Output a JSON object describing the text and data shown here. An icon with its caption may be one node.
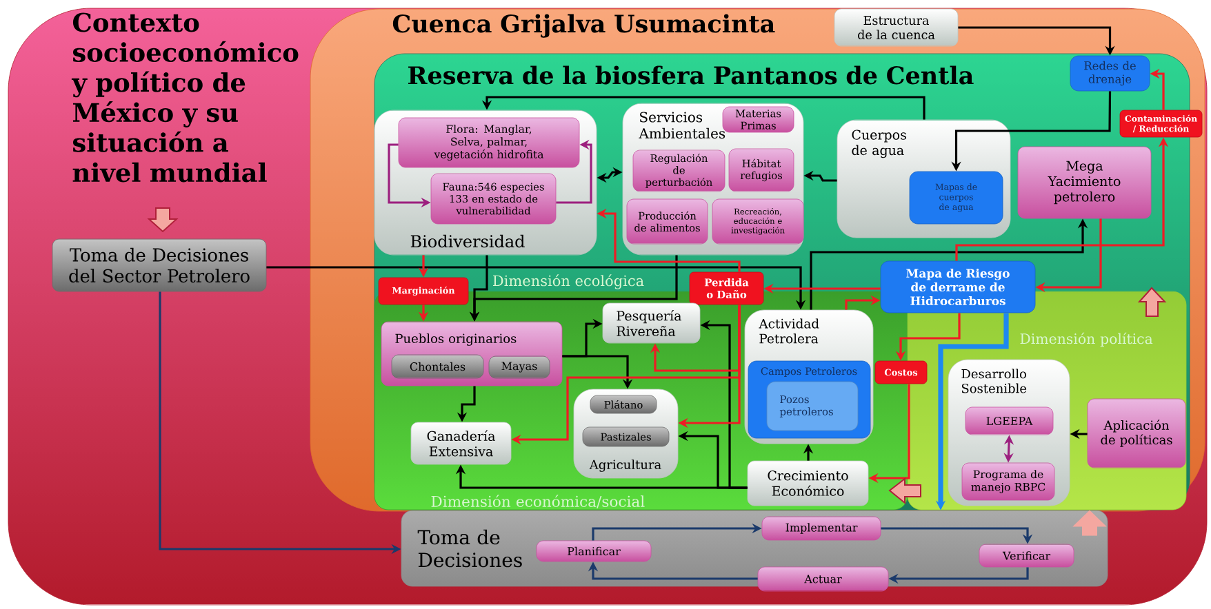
{
  "diagram": {
    "nodes": [
      {
        "text": [
          "Contexto socioeconómico y político de México y su situación a nivel mundial"
        ]
      },
      {
        "text": [
          "Cuenca Grijalva Usumacinta"
        ],
        "in": 0
      },
      {
        "text": [
          "Estructura de la cuenca"
        ],
        "in": 1
      },
      {
        "text": [
          "Reserva de la biosfera Pantanos de Centla"
        ],
        "in": 1
      },
      {
        "text": [
          "Biodiversidad"
        ],
        "in": 3
      },
      {
        "text": [
          "Flora: Manglar, Selva, palmar, vegetación hidrofita"
        ],
        "in": 4
      },
      {
        "text": [
          "Fauna:546 especies 133 en estado de vulnerabilidad"
        ],
        "in": 4
      },
      {
        "text": [
          "Servicios Ambientales"
        ],
        "in": 3
      },
      {
        "text": [
          "Materias Primas"
        ],
        "in": 7
      },
      {
        "text": [
          "Regulación de perturbación"
        ],
        "in": 7
      },
      {
        "text": [
          "Hábitat refugios"
        ],
        "in": 7
      },
      {
        "text": [
          "Producción de alimentos"
        ],
        "in": 7
      },
      {
        "text": [
          "Recreación, educación e investigación"
        ],
        "in": 7
      },
      {
        "text": [
          "Cuerpos de agua"
        ],
        "in": 3
      },
      {
        "text": [
          "Mapas de cuerpos de agua"
        ],
        "in": 13
      },
      {
        "text": [
          "Redes de drenaje"
        ],
        "in": 3
      },
      {
        "text": [
          "Contaminación / Reducción"
        ],
        "in": 1
      },
      {
        "text": [
          "Mega Yacimiento petrolero"
        ],
        "in": 3
      },
      {
        "text": [
          "Mapa de Riesgo de derrame de Hidrocarburos"
        ],
        "in": 3
      },
      {
        "text": [
          "Marginación"
        ],
        "in": 3
      },
      {
        "text": [
          "Perdida o Daño"
        ],
        "in": 3
      },
      {
        "text": [
          "Dimensión económica/social"
        ],
        "in": 3
      },
      {
        "text": [
          "Pueblos originarios"
        ],
        "in": 21
      },
      {
        "text": [
          "Chontales"
        ],
        "in": 22
      },
      {
        "text": [
          "Mayas"
        ],
        "in": 22
      },
      {
        "text": [
          "Pesquería Rivereña"
        ],
        "in": 21
      },
      {
        "text": [
          "Ganadería Extensiva"
        ],
        "in": 21
      },
      {
        "text": [
          "Agricultura"
        ],
        "in": 21
      },
      {
        "text": [
          "Plátano"
        ],
        "in": 27
      },
      {
        "text": [
          "Pastizales"
        ],
        "in": 27
      },
      {
        "text": [
          "Actividad Petrolera"
        ],
        "in": 21
      },
      {
        "text": [
          "Campos Petroleros"
        ],
        "in": 30
      },
      {
        "text": [
          "Pozos petroleros"
        ],
        "in": 31
      },
      {
        "text": [
          "Costos"
        ],
        "in": 3
      },
      {
        "text": [
          "Crecimiento Económico"
        ],
        "in": 21
      },
      {
        "text": [
          "Dimensión política"
        ],
        "in": 3
      },
      {
        "text": [
          "Desarrollo Sostenible"
        ],
        "in": 35
      },
      {
        "text": [
          "LGEEPA"
        ],
        "in": 36
      },
      {
        "text": [
          "Programa de manejo RBPC"
        ],
        "in": 36
      },
      {
        "text": [
          "Aplicación de políticas"
        ],
        "in": 35
      },
      {
        "text": [
          "Toma de Decisiones del Sector Petrolero"
        ],
        "in": 0
      },
      {
        "text": [
          "Toma de Decisiones"
        ],
        "in": 0
      },
      {
        "text": [
          "Planificar"
        ],
        "in": 41
      },
      {
        "text": [
          "Implementar"
        ],
        "in": 41
      },
      {
        "text": [
          "Verificar"
        ],
        "in": 41
      },
      {
        "text": [
          "Actuar"
        ],
        "in": 41
      }
    ],
    "edges": [
      {
        "from": 2,
        "to": 15,
        "arrow": "to"
      },
      {
        "from": 15,
        "to": 14,
        "arrow": "to"
      },
      {
        "from": 13,
        "to": 4,
        "arrow": "to"
      },
      {
        "from": 13,
        "to": 7,
        "arrow": "to"
      },
      {
        "from": 4,
        "to": 7,
        "arrow": "both"
      },
      {
        "from": 5,
        "to": 6,
        "arrow": "to",
        "color": "#9c1f7e"
      },
      {
        "from": 6,
        "to": 5,
        "arrow": "to",
        "color": "#9c1f7e"
      },
      {
        "from": 40,
        "to": 30,
        "arrow": "to"
      },
      {
        "from": 4,
        "to": 22,
        "arrow": "to"
      },
      {
        "from": 7,
        "to": 22,
        "arrow": "to"
      },
      {
        "from": 22,
        "to": 25,
        "arrow": "to"
      },
      {
        "from": 22,
        "to": 27,
        "arrow": "to"
      },
      {
        "from": 22,
        "to": 26,
        "arrow": "to"
      },
      {
        "from": 34,
        "to": 26,
        "arrow": "to"
      },
      {
        "from": 34,
        "to": 27,
        "arrow": "to"
      },
      {
        "from": 34,
        "to": 25,
        "arrow": "to"
      },
      {
        "from": 34,
        "to": 30,
        "arrow": "to"
      },
      {
        "from": 30,
        "to": 17,
        "arrow": "to"
      },
      {
        "from": 39,
        "to": 36,
        "arrow": "to"
      },
      {
        "from": 37,
        "to": 38,
        "arrow": "both",
        "color": "#9c1f7e"
      },
      {
        "from": 4,
        "to": 19,
        "arrow": "to",
        "color": "#ee1c25"
      },
      {
        "from": 19,
        "to": 22,
        "arrow": "to",
        "color": "#ee1c25"
      },
      {
        "from": 20,
        "to": 4,
        "arrow": "to",
        "color": "#ee1c25"
      },
      {
        "from": 20,
        "to": 25,
        "arrow": "to",
        "color": "#ee1c25"
      },
      {
        "from": 20,
        "to": 26,
        "arrow": "to",
        "color": "#ee1c25"
      },
      {
        "from": 20,
        "to": 27,
        "arrow": "to",
        "color": "#ee1c25"
      },
      {
        "from": 18,
        "to": 20,
        "arrow": "to",
        "color": "#ee1c25"
      },
      {
        "from": 30,
        "to": 18,
        "arrow": "to",
        "color": "#ee1c25"
      },
      {
        "from": 18,
        "to": 33,
        "arrow": "to",
        "color": "#ee1c25"
      },
      {
        "from": 33,
        "to": 34,
        "arrow": "to",
        "color": "#ee1c25"
      },
      {
        "from": 17,
        "to": 18,
        "arrow": "to",
        "color": "#ee1c25"
      },
      {
        "from": 18,
        "to": 16,
        "arrow": "to",
        "color": "#ee1c25"
      },
      {
        "from": 16,
        "to": 15,
        "arrow": "to",
        "color": "#ee1c25"
      },
      {
        "from": 18,
        "to": 41,
        "arrow": "to",
        "style": "thick",
        "color": "#1e88f0"
      },
      {
        "from": 40,
        "to": 41,
        "arrow": "to",
        "color": "#1b3a6b"
      },
      {
        "from": 42,
        "to": 43,
        "arrow": "to",
        "color": "#1b3a6b"
      },
      {
        "from": 43,
        "to": 44,
        "arrow": "to",
        "color": "#1b3a6b"
      },
      {
        "from": 44,
        "to": 45,
        "arrow": "to",
        "color": "#1b3a6b"
      },
      {
        "from": 45,
        "to": 42,
        "arrow": "to",
        "color": "#1b3a6b"
      },
      {
        "from": 41,
        "to": 35,
        "arrow": "to",
        "style": "thick",
        "color": "#f4a7a0"
      }
    ],
    "labels": [
      "Dimensión ecológica"
    ]
  }
}
